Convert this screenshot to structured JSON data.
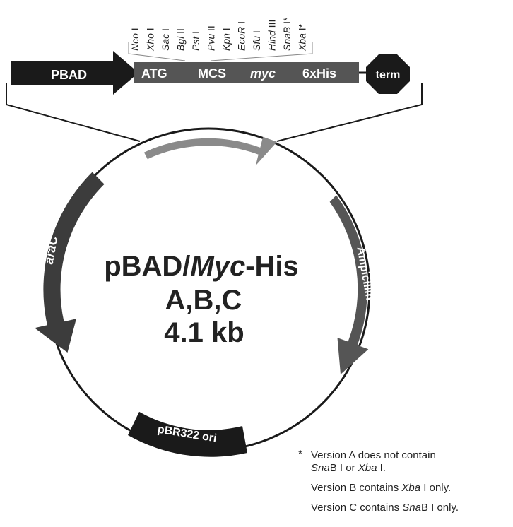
{
  "construct": {
    "promoter": "PBAD",
    "atg": "ATG",
    "mcs": "MCS",
    "myc": "myc",
    "his": "6xHis",
    "term": "term"
  },
  "sites": [
    "Nco I",
    "Xho I",
    "Sac I",
    "Bgl II",
    "Pst I",
    "Pvu II",
    "Kpn I",
    "EcoR I",
    "Sfu I",
    "Hind III",
    "SnaB I*",
    "Xba I*"
  ],
  "plasmid": {
    "name_prefix": "pBAD/",
    "name_italic": "Myc",
    "name_suffix": "-His",
    "versions": "A,B,C",
    "size": "4.1 kb"
  },
  "features": {
    "arac": "araC",
    "ampicillin": "Ampicillin",
    "ori": "pBR322 ori"
  },
  "colors": {
    "promoter": "#1a1a1a",
    "cassette": "#555555",
    "insert_arrow": "#8a8a8a",
    "arac": "#3c3c3c",
    "ampicillin": "#555555",
    "ori": "#1a1a1a",
    "circle": "#1a1a1a"
  },
  "notes": {
    "star": "*",
    "a_pre": "Version A does not contain ",
    "a_snab_it": "Sna",
    "a_snab_rest": "B I or ",
    "a_xba_it": "Xba",
    "a_xba_rest": " I.",
    "b_pre": "Version B contains ",
    "b_it": "Xba",
    "b_rest": " I only.",
    "c_pre": "Version C contains ",
    "c_it": "Sna",
    "c_rest": "B I only."
  }
}
